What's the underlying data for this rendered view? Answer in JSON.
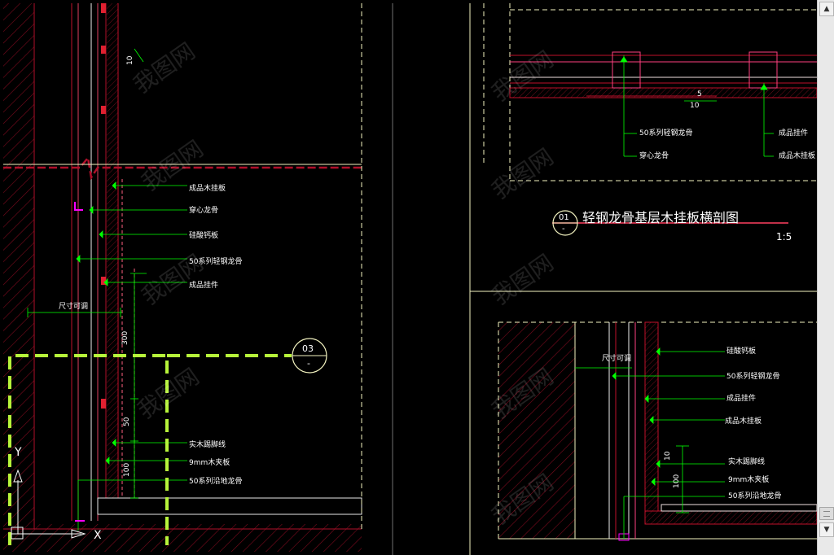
{
  "drawing": {
    "title": "轻钢龙骨基层木挂板横剖图",
    "section_number": "01",
    "section_sheet": "-",
    "scale": "1:5",
    "callout_number": "03",
    "callout_sheet": "-",
    "watermark_glyph": "我图网"
  },
  "left_labels": [
    "成品木挂板",
    "穿心龙骨",
    "硅酸钙板",
    "50系列轻钢龙骨",
    "成品挂件",
    "实木踢脚线",
    "9mm木夹板",
    "50系列沿地龙骨"
  ],
  "left_dims": {
    "adjustable": "尺寸可调",
    "d10": "10",
    "d300": "300",
    "d50": "50",
    "d100": "100"
  },
  "top_right_labels": [
    "50系列轻钢龙骨",
    "穿心龙骨",
    "成品挂件",
    "成品木挂板"
  ],
  "top_right_dims": {
    "d10": "10",
    "d5": "5"
  },
  "bottom_right_labels": [
    "硅酸钙板",
    "50系列轻钢龙骨",
    "成品挂件",
    "成品木挂板",
    "实木踢脚线",
    "9mm木夹板",
    "50系列沿地龙骨"
  ],
  "bottom_right_dims": {
    "adjustable": "尺寸可调",
    "d10": "10",
    "d100": "100"
  },
  "ucs": {
    "y_label": "Y",
    "x_label": "X"
  },
  "scrollbar": {
    "up": "▲",
    "down": "▼"
  },
  "colors": {
    "background": "#000000",
    "hatch": "#b0102a",
    "gridline": "#f3f3c0",
    "leader": "#00ff00",
    "magenta": "#ff00ff",
    "highlight": "#b7f43a",
    "cut_line": "#b0102a"
  }
}
